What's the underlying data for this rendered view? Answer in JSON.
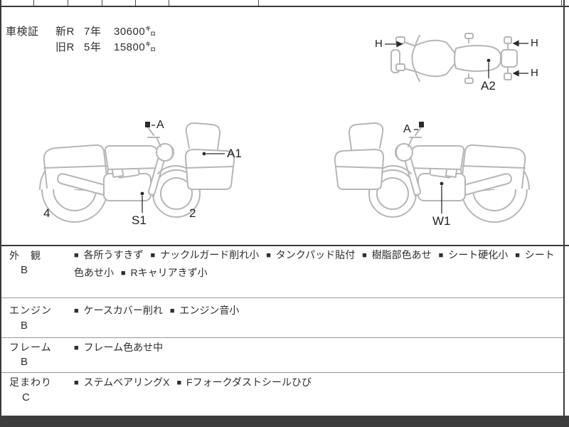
{
  "certificate": {
    "label": "車検証",
    "rows": [
      {
        "reg": "新R",
        "years": "7年",
        "mileage": "30600㌔"
      },
      {
        "reg": "旧R",
        "years": "5年",
        "mileage": "15800㌔"
      }
    ]
  },
  "diagram_labels": {
    "top_view": {
      "h_left": "H",
      "h_right_top": "H",
      "h_right_bottom": "H",
      "seat": "A2"
    },
    "side_left": {
      "mirror": "A",
      "cowl": "A1",
      "engine": "S1",
      "rear_tire": "4",
      "front_tire": "2"
    },
    "side_right": {
      "mirror": "A",
      "engine": "W1"
    }
  },
  "inspection": {
    "bullet": "■",
    "rows": [
      {
        "category": "外　観",
        "grade": "B",
        "items": [
          "各所うすきず",
          "ナックルガード削れ小",
          "タンクパッド貼付",
          "樹脂部色あせ",
          "シート硬化小",
          "シート色あせ小",
          "Rキャリアきず小"
        ]
      },
      {
        "category": "エンジン",
        "grade": "B",
        "items": [
          "ケースカバー削れ",
          "エンジン音小"
        ]
      },
      {
        "category": "フレーム",
        "grade": "B",
        "items": [
          "フレーム色あせ中"
        ]
      },
      {
        "category": "足まわり",
        "grade": "C",
        "items": [
          "ステムベアリングX",
          "Fフォークダストシールひび"
        ]
      }
    ]
  },
  "colors": {
    "line_art": "#b6b6b6",
    "border_dark": "#3a3a3a",
    "row_divider": "#989898",
    "annotation": "#2b2b2b"
  }
}
